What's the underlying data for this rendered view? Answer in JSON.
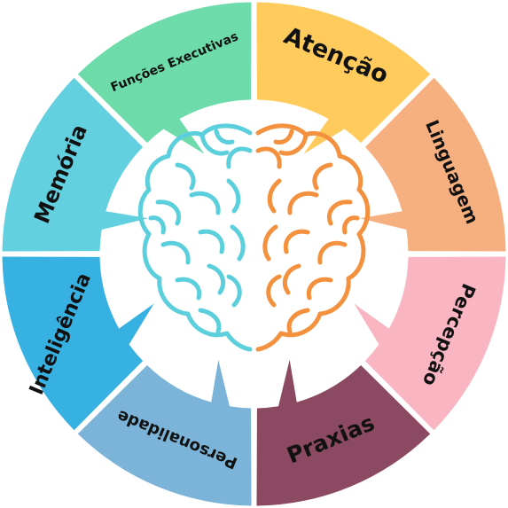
{
  "segments": [
    {
      "id": "atencao",
      "label": "Atenção",
      "color": "#ffcb5c",
      "side": "right"
    },
    {
      "id": "linguagem",
      "label": "Linguagem",
      "color": "#f6b07f",
      "side": "right"
    },
    {
      "id": "percepcao",
      "label": "Percepção",
      "color": "#f9b5c1",
      "side": "right"
    },
    {
      "id": "praxias",
      "label": "Praxias",
      "color": "#8b4962",
      "side": "right"
    },
    {
      "id": "personalidade",
      "label": "Personalidade",
      "color": "#7bb4d8",
      "side": "left"
    },
    {
      "id": "inteligencia",
      "label": "Inteligência",
      "color": "#37b0e2",
      "side": "left"
    },
    {
      "id": "memoria",
      "label": "Memória",
      "color": "#63d0df",
      "side": "left"
    },
    {
      "id": "funcoes",
      "label": "Funções Executivas",
      "color": "#6ddcaa",
      "side": "left"
    }
  ],
  "brain": {
    "left_color": "#5ccfdc",
    "right_color": "#f4913e"
  }
}
